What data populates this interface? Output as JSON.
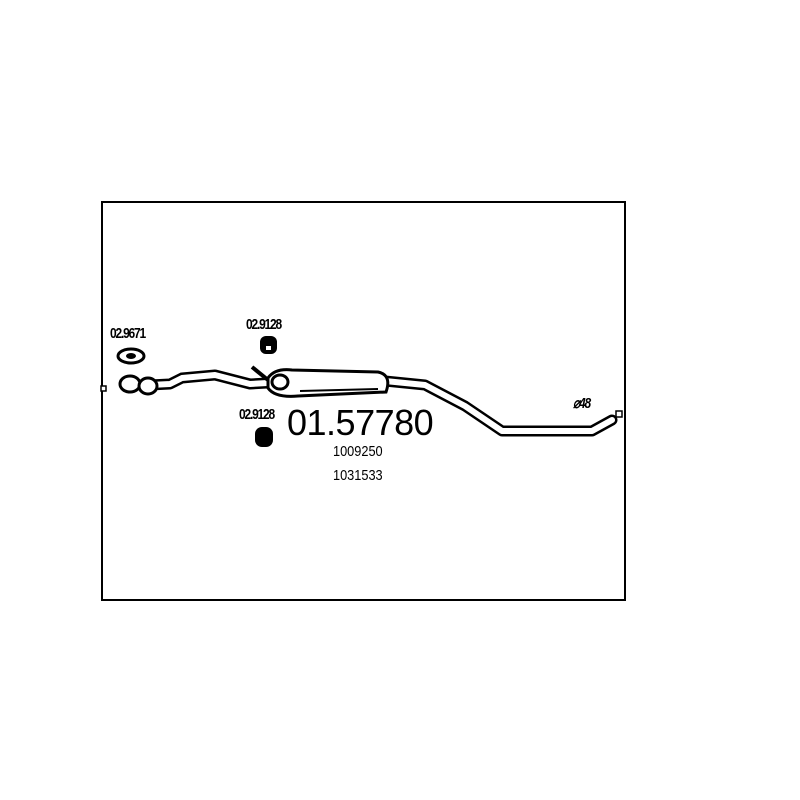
{
  "part_number": "01.57780",
  "oe_references": [
    "1009250",
    "1031533"
  ],
  "accessories": {
    "gasket": "02.9671",
    "mount_top": "02.9128",
    "mount_bottom": "02.9128"
  },
  "diameter_label": "⌀48"
}
